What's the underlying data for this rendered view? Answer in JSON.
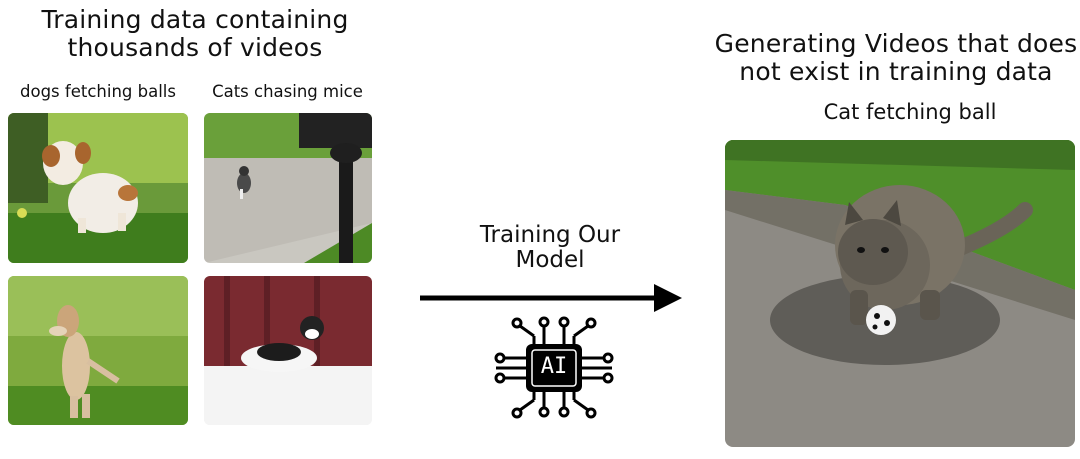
{
  "left_panel": {
    "title_line1": "Training data containing",
    "title_line2": "thousands of videos",
    "label_dogs": "dogs fetching balls",
    "label_cats": "Cats chasing mice",
    "thumbnails": [
      "dog-running-grass",
      "cat-on-sidewalk",
      "dog-jumping",
      "cat-lying-down"
    ]
  },
  "center": {
    "label_line1": "Training Our",
    "label_line2": "Model",
    "chip_text": "AI"
  },
  "right_panel": {
    "title_line1": "Generating Videos that does",
    "title_line2": "not exist in training data",
    "caption": "Cat fetching ball"
  },
  "colors": {
    "arrow": "#000000",
    "grass": "#4f8f2a",
    "path": "#8d8a84",
    "curtain": "#7a2a30"
  }
}
